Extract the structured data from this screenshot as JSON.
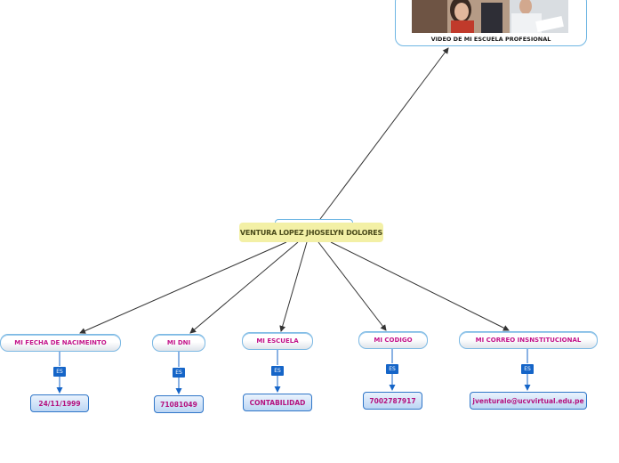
{
  "central_topic": "VENTURA LOPEZ JHOSELYN DOLORES",
  "video": {
    "caption": "VIDEO DE MI ESCUELA PROFESIONAL",
    "image_icon": "photo-of-students"
  },
  "connector_label": "ES",
  "branches": [
    {
      "label": "MI FECHA DE NACIMEINTO",
      "value": "24/11/1999"
    },
    {
      "label": "MI DNI",
      "value": "71081049"
    },
    {
      "label": "MI ESCUELA",
      "value": "CONTABILIDAD"
    },
    {
      "label": "MI CODIGO",
      "value": "7002787917"
    },
    {
      "label": "MI CORREO INSNSTITUCIONAL",
      "value": "jventuralo@ucvvirtual.edu.pe"
    }
  ],
  "colors": {
    "center_fill": "#f3f0a6",
    "category_text": "#c3138a",
    "linker_fill": "#1565c8",
    "value_border": "#2f76c8",
    "arrow": "#333333"
  }
}
